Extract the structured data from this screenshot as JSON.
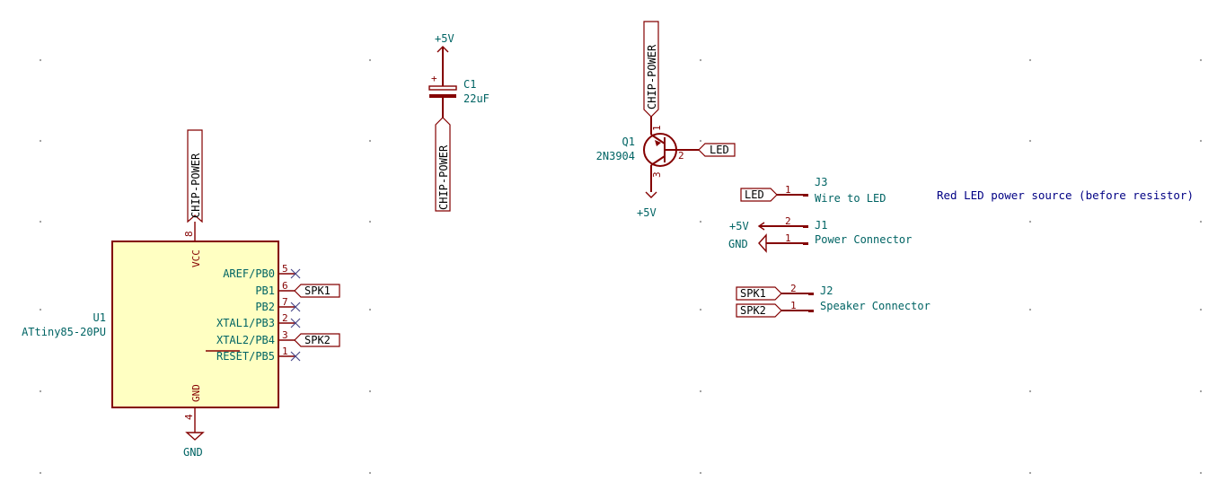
{
  "colors": {
    "wire": "#840000",
    "label_text": "#000000",
    "component_text": "#006464",
    "note_text": "#000084",
    "chip_body_fill": "#ffffc2",
    "noconnect": "#4a4a8a"
  },
  "u1": {
    "ref": "U1",
    "value": "ATtiny85-20PU",
    "pin_vcc": "VCC",
    "pin_gnd": "GND",
    "pin_vcc_num": "8",
    "pin_gnd_num": "4",
    "pins": [
      {
        "num": "5",
        "name": "AREF/PB0"
      },
      {
        "num": "6",
        "name": "PB1"
      },
      {
        "num": "7",
        "name": "PB2"
      },
      {
        "num": "2",
        "name": "XTAL1/PB3"
      },
      {
        "num": "3",
        "name": "XTAL2/PB4"
      },
      {
        "num": "1",
        "name": "RESET/PB5"
      }
    ]
  },
  "c1": {
    "ref": "C1",
    "value": "22uF",
    "polarity": "+"
  },
  "q1": {
    "ref": "Q1",
    "value": "2N3904",
    "pin1": "1",
    "pin2": "2",
    "pin3": "3"
  },
  "power": {
    "p5v": "+5V",
    "gnd": "GND"
  },
  "labels": {
    "chip_power": "CHIP-POWER",
    "led": "LED",
    "spk1": "SPK1",
    "spk2": "SPK2"
  },
  "j3": {
    "ref": "J3",
    "value": "Wire to LED",
    "pin": "1"
  },
  "j1": {
    "ref": "J1",
    "value": "Power Connector",
    "pin_a": "2",
    "pin_b": "1"
  },
  "j2": {
    "ref": "J2",
    "value": "Speaker Connector",
    "pin_a": "2",
    "pin_b": "1"
  },
  "note": "Red LED power source (before resistor)"
}
